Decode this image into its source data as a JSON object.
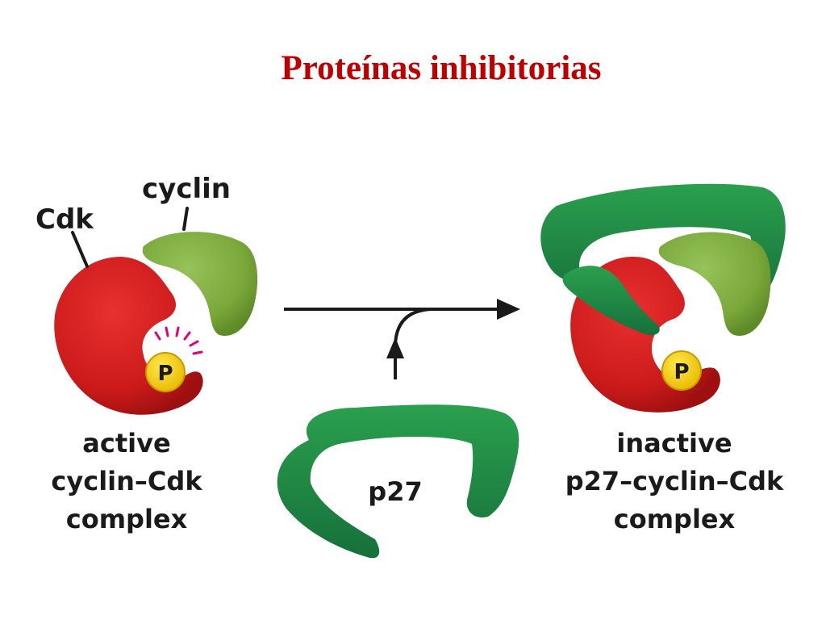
{
  "title": "Proteínas inhibitorias",
  "labels": {
    "cdk": "Cdk",
    "cyclin": "cyclin",
    "phosphate": "P",
    "phosphate_right": "P",
    "p27": "p27",
    "active": [
      "active",
      "cyclin–Cdk",
      "complex"
    ],
    "inactive": [
      "inactive",
      "p27–cyclin–Cdk",
      "complex"
    ]
  },
  "colors": {
    "title": "#c00000",
    "cdk": "#cc1a1a",
    "cyclin": "#7aa83a",
    "p27": "#1f8a3e",
    "phosphate": "#f5d20f",
    "activity_marks": "#e0007a"
  }
}
